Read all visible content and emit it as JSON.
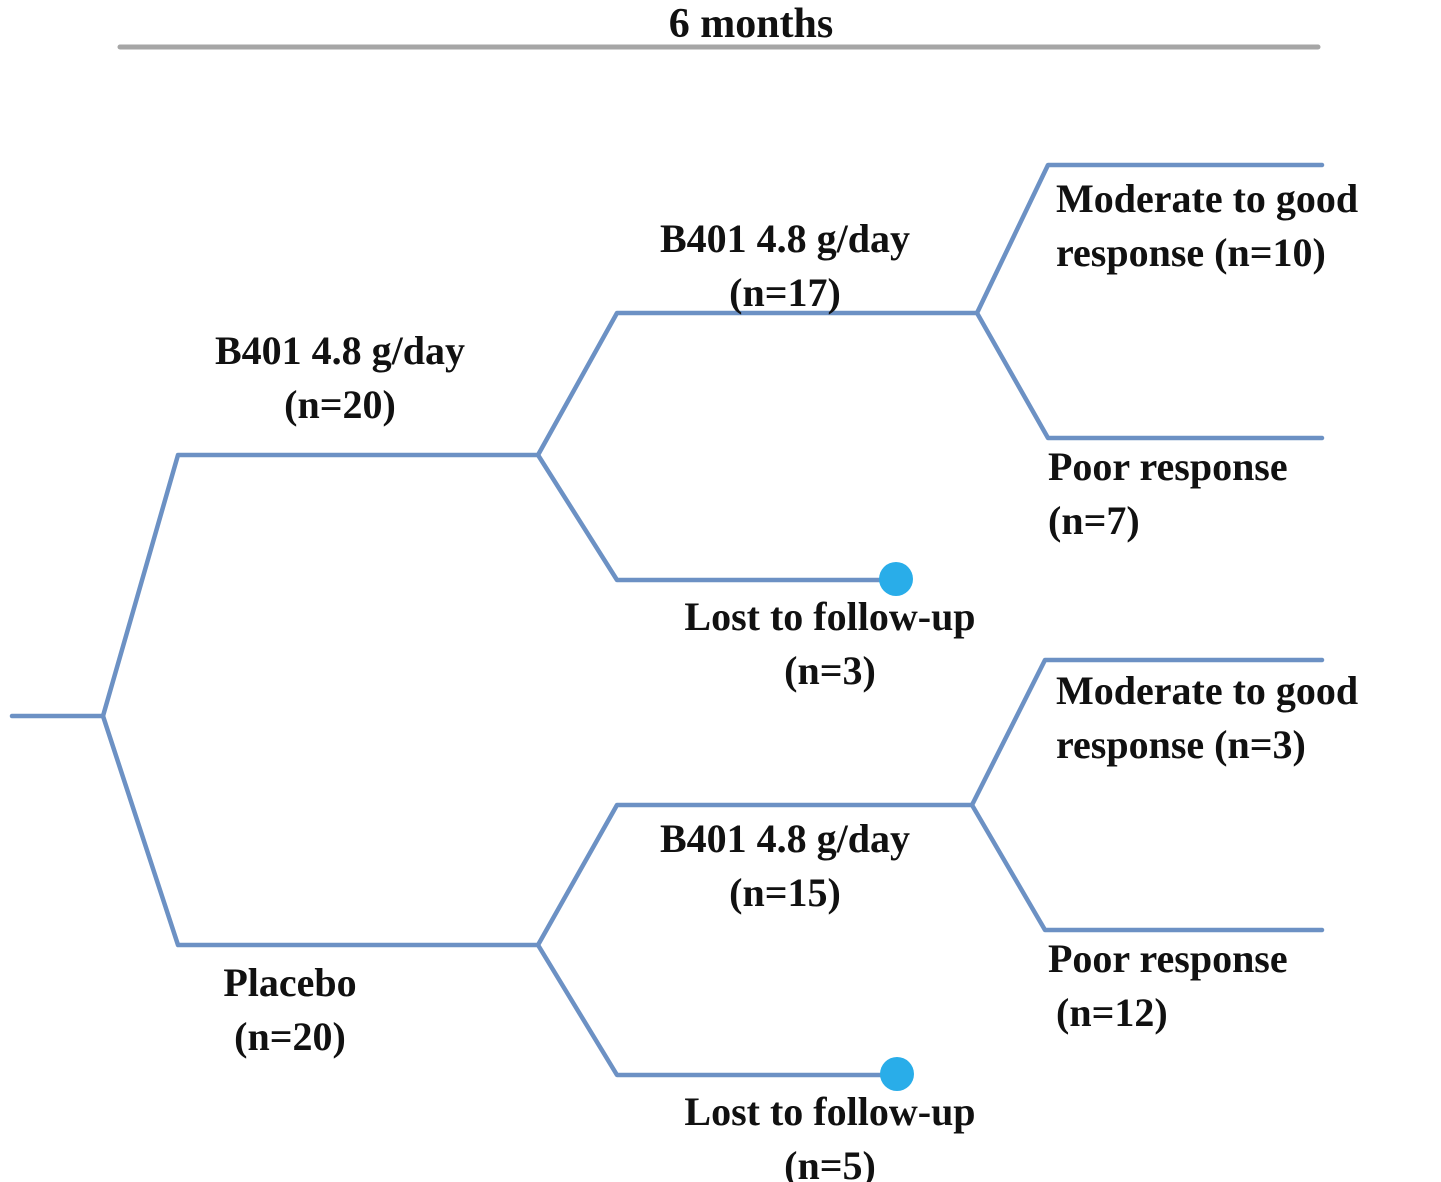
{
  "title": "6 months",
  "colors": {
    "branch": "#6c91c4",
    "endpoint_dot": "#29ade9",
    "timeline_rule": "#a6a6a6",
    "text": "#111111"
  },
  "nodes": {
    "arm_top": {
      "line1": "B401 4.8 g/day",
      "line2": "(n=20)"
    },
    "arm_top_followup": {
      "line1": "B401 4.8 g/day",
      "line2": "(n=17)"
    },
    "top_moderate": {
      "line1": "Moderate to good",
      "line2": "response (n=10)"
    },
    "top_poor": {
      "line1": "Poor response",
      "line2": "(n=7)"
    },
    "top_lost": {
      "line1": "Lost to follow-up",
      "line2": "(n=3)"
    },
    "arm_bottom": {
      "line1": "Placebo",
      "line2": "(n=20)"
    },
    "arm_bottom_followup": {
      "line1": "B401 4.8 g/day",
      "line2": "(n=15)"
    },
    "bottom_moderate": {
      "line1": "Moderate to good",
      "line2": "response (n=3)"
    },
    "bottom_poor": {
      "line1": "Poor response",
      "line2": "(n=12)"
    },
    "bottom_lost": {
      "line1": "Lost to follow-up",
      "line2": "(n=5)"
    }
  }
}
